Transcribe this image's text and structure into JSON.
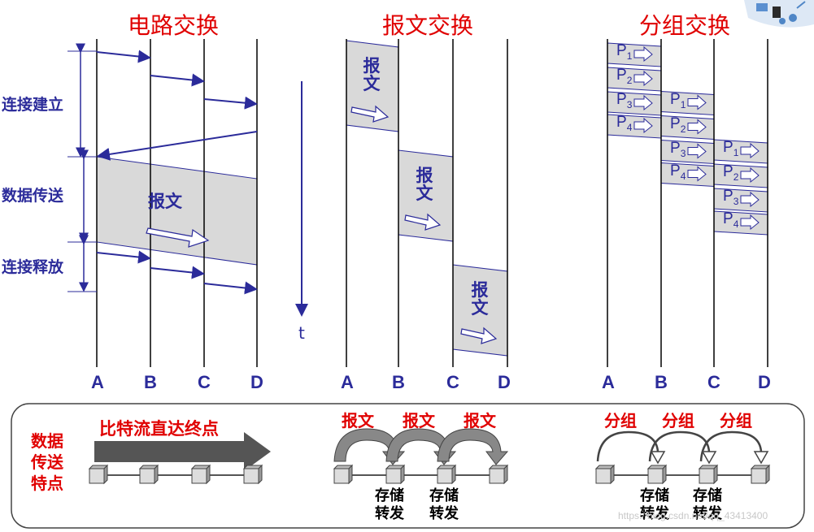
{
  "titles": {
    "circuit": "电路交换",
    "message": "报文交换",
    "packet": "分组交换"
  },
  "nodes": [
    "A",
    "B",
    "C",
    "D"
  ],
  "phases": {
    "setup": "连接建立",
    "transfer": "数据传送",
    "release": "连接释放"
  },
  "message_label": "报文",
  "time_label": "t",
  "packet_labels": [
    {
      "p": "P",
      "n": "1"
    },
    {
      "p": "P",
      "n": "2"
    },
    {
      "p": "P",
      "n": "3"
    },
    {
      "p": "P",
      "n": "4"
    }
  ],
  "bottom": {
    "side_label": "数据传送特点",
    "circuit_caption": "比特流直达终点",
    "message_hops": [
      "报文",
      "报文",
      "报文"
    ],
    "packet_hops": [
      "分组",
      "分组",
      "分组"
    ],
    "store_forward": "存储转发"
  },
  "watermark": "https://blog.csdn.net/qq_43413400",
  "colors": {
    "line": "#2b2b9a",
    "title": "#e00000",
    "fill": "#d9d9d9",
    "arrow_fill": "#ffffff"
  }
}
